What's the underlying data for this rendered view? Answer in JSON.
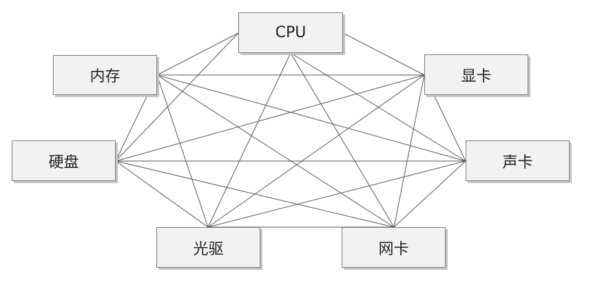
{
  "nodes": {
    "cpu": "CPU",
    "memory": "内存",
    "gpu": "显卡",
    "disk": "硬盘",
    "sound": "声卡",
    "optical": "光驱",
    "network": "网卡"
  },
  "edges": [
    [
      "cpu",
      "memory"
    ],
    [
      "cpu",
      "gpu"
    ],
    [
      "cpu",
      "disk"
    ],
    [
      "cpu",
      "sound"
    ],
    [
      "cpu",
      "optical"
    ],
    [
      "cpu",
      "network"
    ],
    [
      "memory",
      "gpu"
    ],
    [
      "memory",
      "disk"
    ],
    [
      "memory",
      "sound"
    ],
    [
      "memory",
      "optical"
    ],
    [
      "memory",
      "network"
    ],
    [
      "gpu",
      "disk"
    ],
    [
      "gpu",
      "sound"
    ],
    [
      "gpu",
      "optical"
    ],
    [
      "gpu",
      "network"
    ],
    [
      "disk",
      "sound"
    ],
    [
      "disk",
      "optical"
    ],
    [
      "disk",
      "network"
    ],
    [
      "sound",
      "optical"
    ],
    [
      "sound",
      "network"
    ],
    [
      "optical",
      "network"
    ]
  ],
  "colors": {
    "box_fill": "#f2f2f2",
    "box_border": "#7a7a7a",
    "line": "#555555"
  }
}
